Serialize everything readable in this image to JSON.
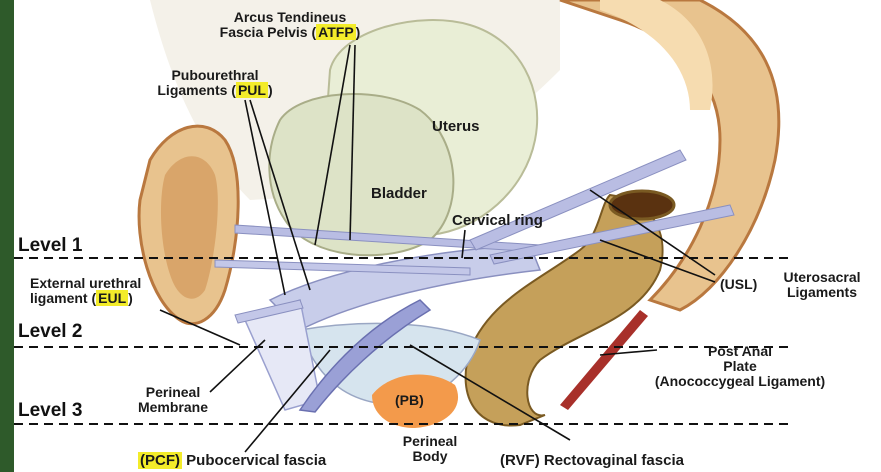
{
  "levels": [
    "Level 1",
    "Level 2",
    "Level 3"
  ],
  "labels": {
    "atfp_line1": "Arcus Tendineus",
    "atfp_line2_prefix": "Fascia Pelvis (",
    "atfp_abbr": "ATFP",
    "atfp_suffix": ")",
    "pul_line1": "Pubourethral",
    "pul_line2_prefix": "Ligaments (",
    "pul_abbr": "PUL",
    "pul_suffix": ")",
    "uterus": "Uterus",
    "bladder": "Bladder",
    "cervical_ring": "Cervical ring",
    "eul_line1": "External  urethral",
    "eul_line2_prefix": "ligament (",
    "eul_abbr": "EUL",
    "eul_suffix": ")",
    "usl_abbr": "(USL)",
    "usl_line1": "Uterosacral",
    "usl_line2": "Ligaments",
    "pap_line1": "Post Anal",
    "pap_line2": "Plate",
    "pap_line3": "(Anococcygeal Ligament)",
    "pm_line1": "Perineal",
    "pm_line2": "Membrane",
    "pb": "(PB)",
    "perineal_body_line1": "Perineal",
    "perineal_body_line2": "Body",
    "pcf_abbr": "(PCF)",
    "pcf_text": " Pubocervical fascia",
    "rvf": "(RVF) Rectovaginal fascia"
  },
  "colors": {
    "highlight": "#f3ec2a",
    "bone": "#e8c38e",
    "bone_dark": "#b9783f",
    "rectum": "#c5a05a",
    "bladder": "#dde3c7",
    "uterus": "#e9eed6",
    "ligament": "#b9bde3",
    "pb": "#f39a4b",
    "fascia": "#c8cdea"
  }
}
